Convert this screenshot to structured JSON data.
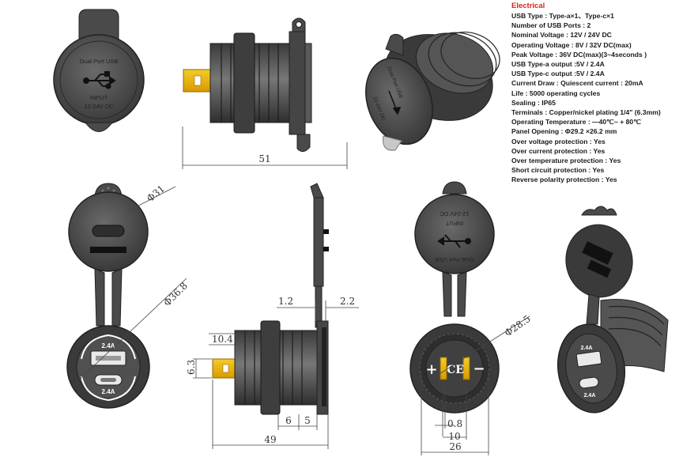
{
  "electrical": {
    "title": "Electrical",
    "specs": [
      "USB Type :  Type-a×1、Type-c×1",
      "Number of USB Ports :  2",
      "Nominal Voltage :  12V / 24V DC",
      "Operating Voltage :  8V / 32V DC(max)",
      "Peak Voltage :  36V DC(max)(3~4seconds )",
      "USB Type-a output :5V / 2.4A",
      "USB Type-c output :5V / 2.4A",
      "Current Draw :  Quiescent current  : 20mA",
      "Life :  5000 operating cycles",
      "Sealing :  IP65",
      "Terminals :  Copper/nickel plating 1/4\" (6.3mm)",
      "Operating Temperature :  —40℃~ + 80℃",
      "Panel Opening :  Φ29.2 ×26.2 mm",
      "Over voltage protection :  Yes",
      "Over current protection :  Yes",
      "Over temperature protection :  Yes",
      "Short circuit protection :  Yes",
      "Reverse polarity protection :  Yes"
    ]
  },
  "cap_labels": {
    "brand": "Dual Port USB",
    "input": "INPUT",
    "voltage": "12-24V DC"
  },
  "port_labels": {
    "port_a": "2.4A",
    "port_c": "2.4A"
  },
  "terminal_marks": {
    "plus": "+",
    "minus": "−",
    "ce": "CE"
  },
  "dimensions": {
    "top_length": "51",
    "face_diameter": "Φ31",
    "flange_diameter": "Φ36.8",
    "panel_gap": "1.2",
    "flange_thickness": "2.2",
    "tab_offset": "10.4",
    "tab_width": "6.3",
    "d6": "6",
    "d5": "5",
    "bottom_length": "49",
    "thread_diameter": "Φ28.5",
    "tab_thickness": "0.8",
    "tab_spacing": "10",
    "body_width": "26"
  },
  "colors": {
    "body": "#4a4a4a",
    "body_dark": "#2e2e2e",
    "terminal": "#e8b400",
    "accent_title": "#e0201c"
  }
}
